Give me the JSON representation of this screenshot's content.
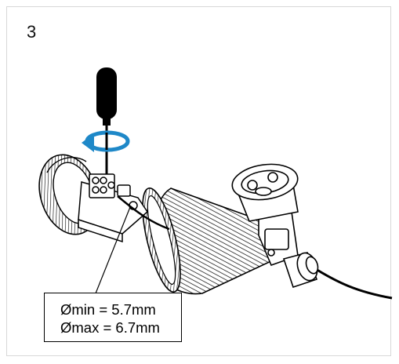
{
  "step_number": "3",
  "spec": {
    "min_diameter": "Ømin = 5.7mm",
    "max_diameter": "Ømax = 6.7mm"
  },
  "colors": {
    "line": "#000000",
    "arrow": "#1e88c8",
    "frame": "#d8d8d8"
  }
}
